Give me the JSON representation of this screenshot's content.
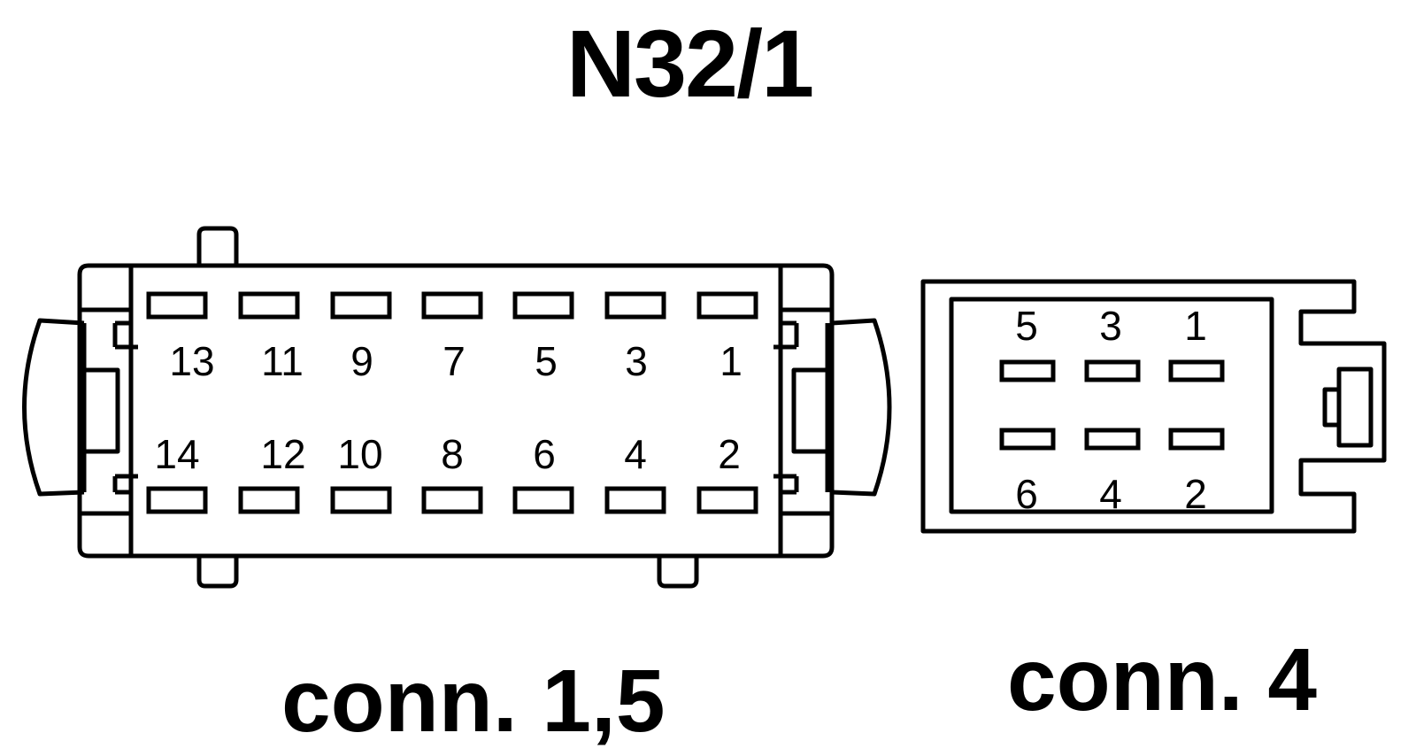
{
  "title": "N32/1",
  "connectors": [
    {
      "label": "conn. 1,5",
      "pins_top": [
        "13",
        "11",
        "9",
        "7",
        "5",
        "3",
        "1"
      ],
      "pins_bottom": [
        "14",
        "12",
        "10",
        "8",
        "6",
        "4",
        "2"
      ]
    },
    {
      "label": "conn. 4",
      "pins_top": [
        "5",
        "3",
        "1"
      ],
      "pins_bottom": [
        "6",
        "4",
        "2"
      ]
    }
  ]
}
